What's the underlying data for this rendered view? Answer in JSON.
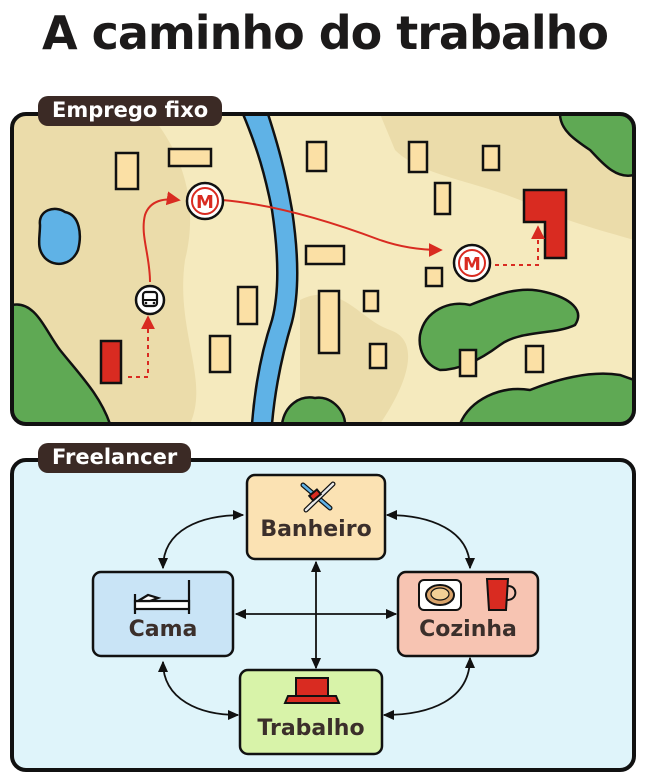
{
  "title": "A caminho do trabalho",
  "panels": {
    "fixed_job": {
      "label": "Emprego fixo",
      "metro_letter": "M"
    },
    "freelancer": {
      "label": "Freelancer",
      "nodes": {
        "bathroom": "Banheiro",
        "bed": "Cama",
        "kitchen": "Cozinha",
        "work": "Trabalho"
      }
    }
  },
  "colors": {
    "map_land": "#f5eabe",
    "map_dark": "#ebdcaa",
    "river": "#5fb2e6",
    "forest": "#5fa954",
    "route_red": "#d92b21",
    "panel_blue": "#dff4fa",
    "node_bathroom": "#fbe2b3",
    "node_bed": "#c9e4f6",
    "node_kitchen": "#f7c4b2",
    "node_work": "#d8f3a9",
    "outline": "#111111"
  },
  "icons": [
    "bus-stop-icon",
    "metro-icon",
    "toothbrush-icon",
    "bed-icon",
    "toast-icon",
    "mug-icon",
    "laptop-icon"
  ]
}
